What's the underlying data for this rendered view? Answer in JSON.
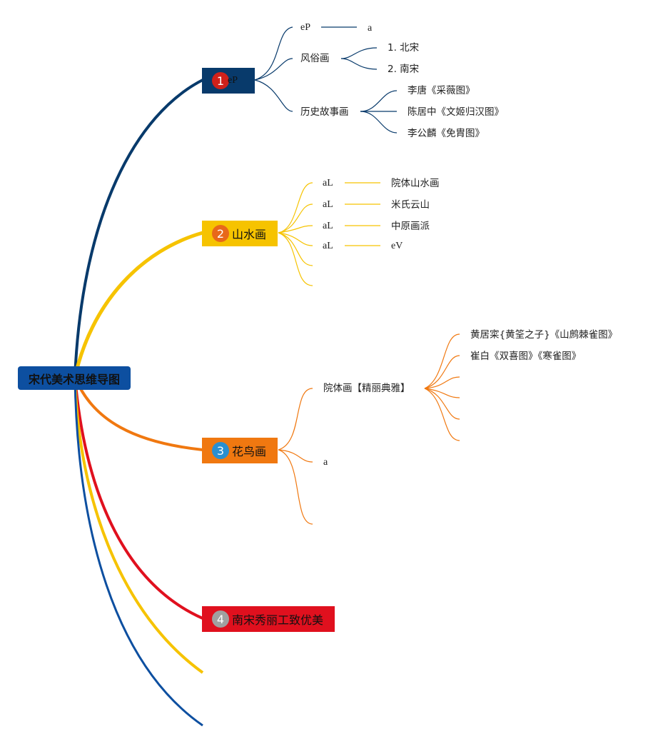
{
  "root": {
    "label": "宋代美术思维导图",
    "color": "#0d4fa0"
  },
  "branches": [
    {
      "num": "1",
      "label": "eP",
      "color": "#083a6b",
      "num_color": "#d0211b",
      "children": [
        {
          "label": "eP",
          "child": "a"
        },
        {
          "label": "风俗画",
          "children": [
            "1. 北宋",
            "2. 南宋"
          ]
        },
        {
          "label": "历史故事画",
          "children": [
            "李唐《采薇图》",
            "陈居中《文姬归汉图》",
            "李公麟《免胄图》"
          ]
        }
      ]
    },
    {
      "num": "2",
      "label": "山水画",
      "color": "#f6c300",
      "num_color": "#e8681a",
      "children": [
        {
          "label": "aL",
          "child": "院体山水画"
        },
        {
          "label": "aL",
          "child": "米氏云山"
        },
        {
          "label": "aL",
          "child": "中原画派"
        },
        {
          "label": "aL",
          "child": "eV"
        }
      ]
    },
    {
      "num": "3",
      "label": "花鸟画",
      "color": "#f07810",
      "num_color": "#2a8fd0",
      "children": [
        {
          "label": "院体画【精丽典雅】",
          "children": [
            "黄居寀{黄筌之子}《山鹧棘雀图》",
            "崔白《双喜图》《寒雀图》"
          ]
        },
        {
          "label": "a"
        }
      ]
    },
    {
      "num": "4",
      "label": "南宋秀丽工致优美",
      "color": "#e0101e",
      "num_color": "#a0a0a0",
      "children": []
    }
  ]
}
